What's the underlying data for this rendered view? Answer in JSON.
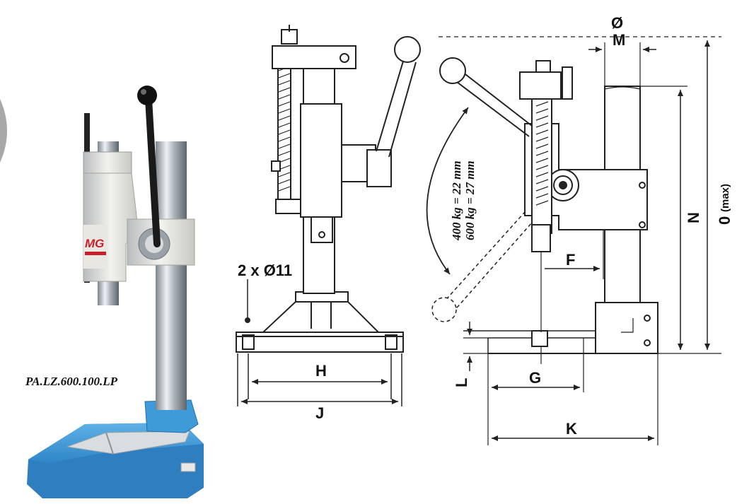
{
  "model_code": "PA.LZ.600.100.LP",
  "logo_text": "MG",
  "stroke_travel": {
    "line1": "400 kg = 22 mm",
    "line2": "600 kg = 27 mm"
  },
  "dimension_labels": {
    "holes": "2 x Ø11",
    "H": "H",
    "J": "J",
    "diameter_symbol": "Ø",
    "M": "M",
    "F": "F",
    "G": "G",
    "K": "K",
    "L": "L",
    "N": "N",
    "O": "0",
    "O_suffix": "(max)"
  },
  "colors": {
    "base_blue": "#3f9ad8",
    "base_blue_dark": "#1f6fae",
    "steel": "#c9ced3",
    "line": "#222222"
  }
}
